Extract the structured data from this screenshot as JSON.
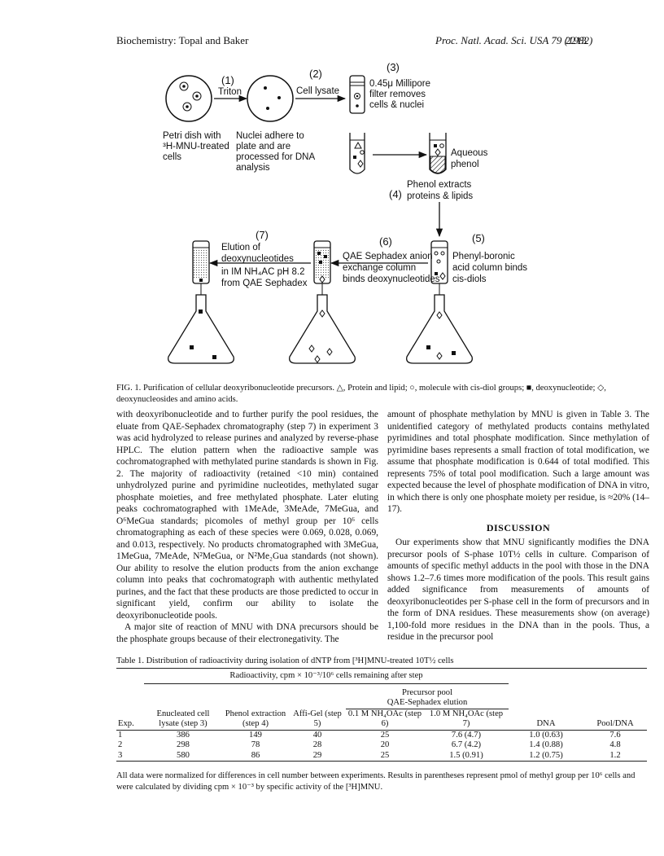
{
  "header": {
    "left": "Biochemistry: Topal and Baker",
    "right": "Proc. Natl. Acad. Sci. USA 79 (1982)",
    "page": "2213"
  },
  "figure": {
    "steps": [
      "(1)",
      "(2)",
      "(3)",
      "(4)",
      "(5)",
      "(6)",
      "(7)"
    ],
    "arrow1": "Triton",
    "arrow2": "Cell lysate",
    "petri": [
      "Petri dish with",
      "³H-MNU-treated",
      "cells"
    ],
    "nuclei": [
      "Nuclei adhere to",
      "plate and are",
      "processed for DNA",
      "analysis"
    ],
    "filter": [
      "0.45μ Millipore",
      "filter removes",
      "cells & nuclei"
    ],
    "aqueous": [
      "Aqueous",
      "phenol"
    ],
    "phenol": [
      "Phenol extracts",
      "proteins & lipids"
    ],
    "boronic": [
      "Phenyl-boronic",
      "acid column binds",
      "cis-diols"
    ],
    "qae": [
      "QAE Sephadex anion",
      "exchange column",
      "binds deoxynucleotides"
    ],
    "elution": [
      "Elution of",
      "deoxynucleotides",
      "in IM NH₄AC pH 8.2",
      "from QAE Sephadex"
    ]
  },
  "caption": "FIG. 1. Purification of cellular deoxyribonucleotide precursors. △, Protein and lipid; ○, molecule with cis-diol groups; ■, deoxynucleotide; ◇, deoxynucleosides and amino acids.",
  "left_column": [
    "with deoxyribonucleotide and to further purify the pool residues, the eluate from QAE-Sephadex chromatography (step 7) in experiment 3 was acid hydrolyzed to release purines and analyzed by reverse-phase HPLC. The elution pattern when the radioactive sample was cochromatographed with methylated purine standards is shown in Fig. 2. The majority of radioactivity (retained <10 min) contained unhydrolyzed purine and pyrimidine nucleotides, methylated sugar phosphate moieties, and free methylated phosphate. Later eluting peaks cochromatographed with 1MeAde, 3MeAde, 7MeGua, and O⁶MeGua standards; picomoles of methyl group per 10⁶ cells chromatographing as each of these species were 0.069, 0.028, 0.069, and 0.013, respectively. No products chromatographed with 3MeGua, 1MeGua, 7MeAde, N²MeGua, or N²Me₂Gua standards (not shown). Our ability to resolve the elution products from the anion exchange column into peaks that cochromatograph with authentic methylated purines, and the fact that these products are those predicted to occur in significant yield, confirm our ability to isolate the deoxyribonucleotide pools.",
    "A major site of reaction of MNU with DNA precursors should be the phosphate groups because of their electronegativity. The"
  ],
  "right_column": {
    "p1": "amount of phosphate methylation by MNU is given in Table 3. The unidentified category of methylated products contains methylated pyrimidines and total phosphate modification. Since methylation of pyrimidine bases represents a small fraction of total modification, we assume that phosphate modification is 0.644 of total modified. This represents 75% of total pool modification. Such a large amount was expected because the level of phosphate modification of DNA in vitro, in which there is only one phosphate moiety per residue, is ≈20% (14–17).",
    "heading": "DISCUSSION",
    "p2": "Our experiments show that MNU significantly modifies the DNA precursor pools of S-phase 10T½ cells in culture. Comparison of amounts of specific methyl adducts in the pool with those in the DNA shows 1.2–7.6 times more modification of the pools. This result gains added significance from measurements of amounts of deoxyribonucleotides per S-phase cell in the form of precursors and in the form of DNA residues. These measurements show (on average) 1,100-fold more residues in the DNA than in the pools. Thus, a residue in the precursor pool"
  },
  "table": {
    "title": "Table 1. Distribution of radioactivity during isolation of dNTP from [³H]MNU-treated 10T½ cells",
    "span_header": "Radioactivity, cpm × 10⁻³/10⁶ cells remaining after step",
    "pool_header": "Precursor pool",
    "qae_header": "QAE-Sephadex elution",
    "columns": [
      "Exp.",
      "Enucleated cell lysate (step 3)",
      "Phenol extraction (step 4)",
      "Affi-Gel (step 5)",
      "0.1 M NH₄OAc (step 6)",
      "1.0 M NH₄OAc (step 7)",
      "DNA",
      "Pool/DNA"
    ],
    "rows": [
      [
        "1",
        "386",
        "149",
        "40",
        "25",
        "7.6 (4.7)",
        "1.0 (0.63)",
        "7.6"
      ],
      [
        "2",
        "298",
        "78",
        "28",
        "20",
        "6.7 (4.2)",
        "1.4 (0.88)",
        "4.8"
      ],
      [
        "3",
        "580",
        "86",
        "29",
        "25",
        "1.5 (0.91)",
        "1.2 (0.75)",
        "1.2"
      ]
    ],
    "note": "All data were normalized for differences in cell number between experiments. Results in parentheses represent pmol of methyl group per 10⁶ cells and were calculated by dividing cpm × 10⁻³ by specific activity of the [³H]MNU."
  }
}
